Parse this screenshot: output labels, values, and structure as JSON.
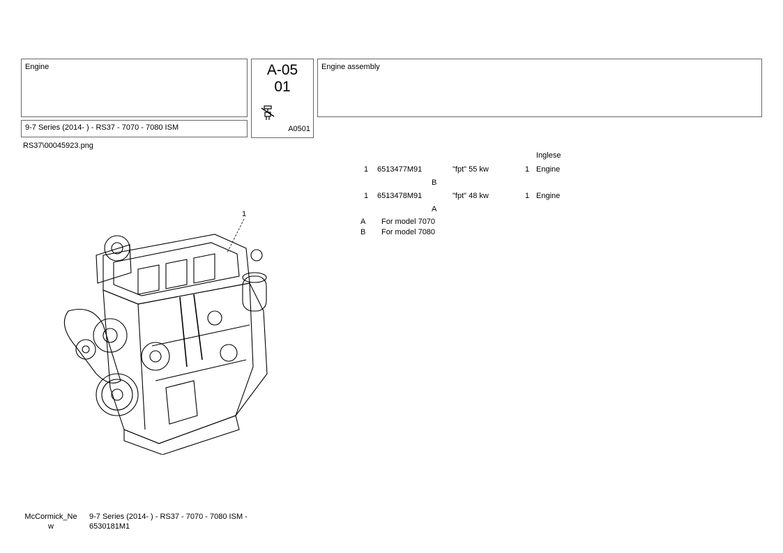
{
  "header": {
    "group": "Engine",
    "series": "9-7 Series (2014-    ) - RS37 - 7070 - 7080 ISM",
    "code_line1": "A-05",
    "code_line2": "01",
    "code_ref": "A0501",
    "description": "Engine assembly"
  },
  "image_name": "RS37\\00045923.png",
  "callout": "1",
  "language_header": "Inglese",
  "parts": [
    {
      "ref": "1",
      "part_no": "6513477M91",
      "description": "\"fpt\" 55 kw",
      "qty": "1",
      "name": "Engine",
      "note": "B"
    },
    {
      "ref": "1",
      "part_no": "6513478M91",
      "description": "\"fpt\" 48 kw",
      "qty": "1",
      "name": "Engine",
      "note": "A"
    }
  ],
  "notes": [
    {
      "letter": "A",
      "text": "For model 7070"
    },
    {
      "letter": "B",
      "text": "For model  7080"
    }
  ],
  "footer": {
    "brand": "McCormick_New",
    "series": "9-7 Series (2014-    ) - RS37 - 7070 - 7080 ISM - 6530181M1"
  }
}
